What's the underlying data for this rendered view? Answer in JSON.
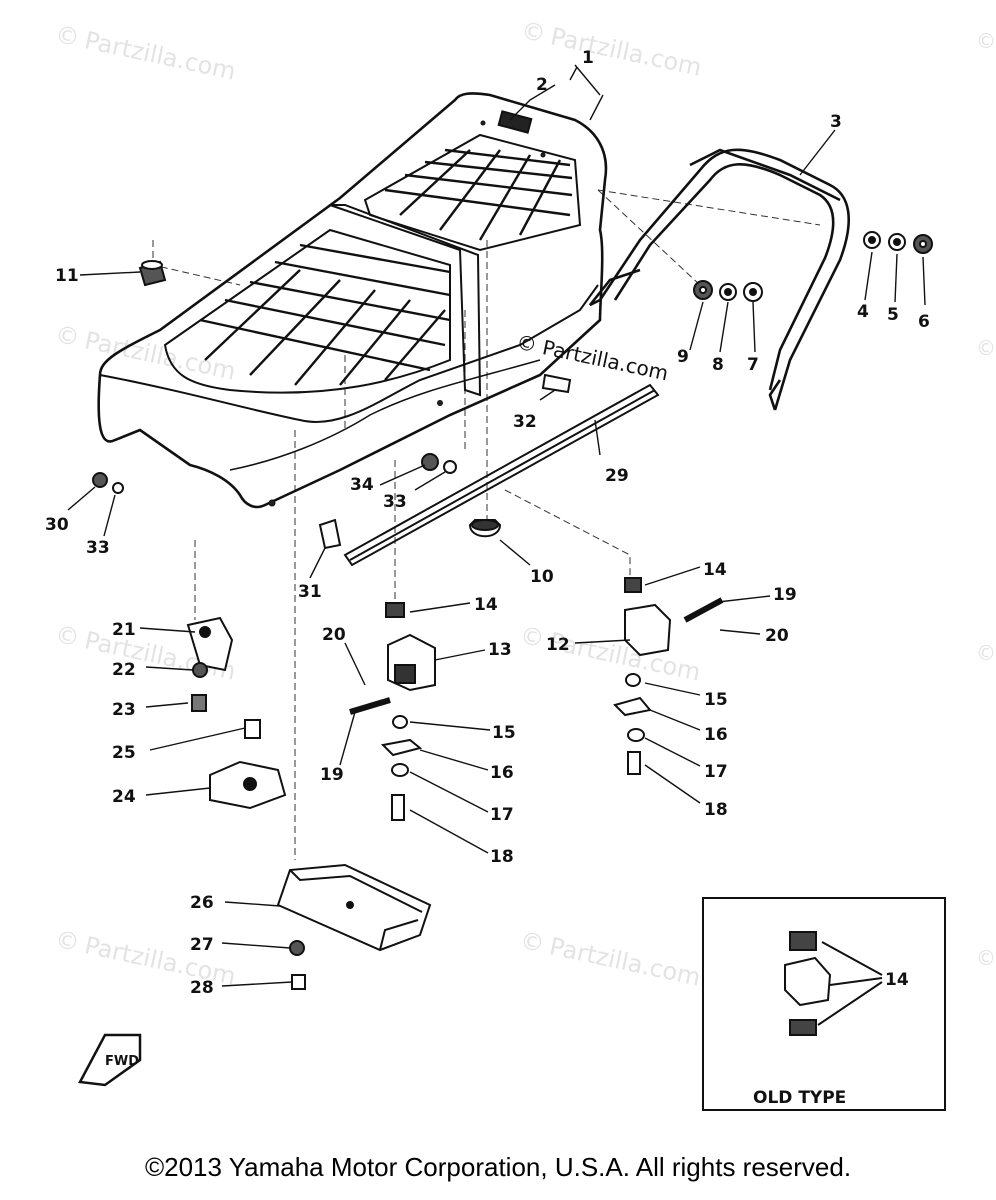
{
  "copyright": "©2013 Yamaha Motor Corporation, U.S.A. All rights reserved.",
  "watermark": {
    "text": "Partzilla.com",
    "symbol": "©",
    "center_text": "© Partzilla.com"
  },
  "inset": {
    "label": "OLD TYPE",
    "callout": "14"
  },
  "fwd_label": "FWD",
  "callouts": {
    "c1": "1",
    "c2": "2",
    "c3": "3",
    "c4": "4",
    "c5": "5",
    "c6": "6",
    "c7": "7",
    "c8": "8",
    "c9": "9",
    "c10": "10",
    "c11": "11",
    "c12": "12",
    "c13": "13",
    "c14a": "14",
    "c14b": "14",
    "c15a": "15",
    "c15b": "15",
    "c16a": "16",
    "c16b": "16",
    "c17a": "17",
    "c17b": "17",
    "c18a": "18",
    "c18b": "18",
    "c19a": "19",
    "c19b": "19",
    "c20a": "20",
    "c20b": "20",
    "c21": "21",
    "c22": "22",
    "c23": "23",
    "c24": "24",
    "c25": "25",
    "c26": "26",
    "c27": "27",
    "c28": "28",
    "c29": "29",
    "c30": "30",
    "c31": "31",
    "c32": "32",
    "c33a": "33",
    "c33b": "33",
    "c34": "34"
  }
}
